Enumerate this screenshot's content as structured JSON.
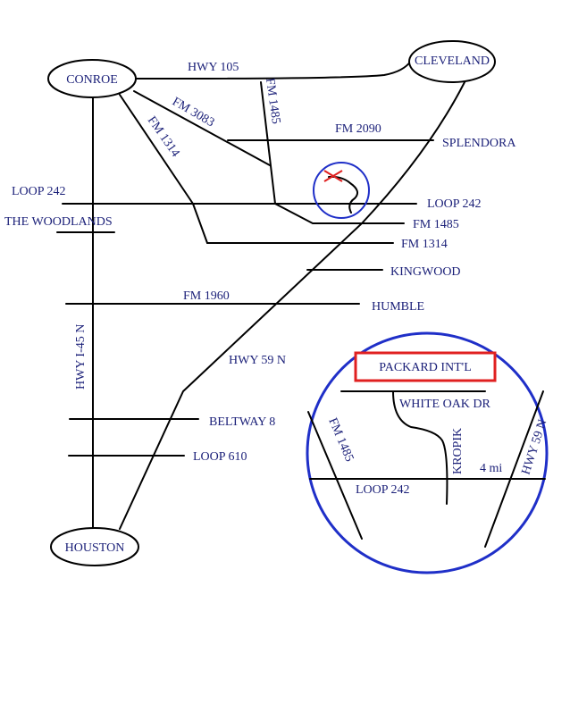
{
  "colors": {
    "label": "#1a1f78",
    "road": "#000000",
    "circle": "#1f2fc8",
    "highlight": "#e02020",
    "background": "#ffffff"
  },
  "cities": {
    "conroe": "CONROE",
    "cleveland": "CLEVELAND",
    "houston": "HOUSTON"
  },
  "labels": {
    "hwy105": "HWY 105",
    "fm1485_vertical": "FM 1485",
    "fm3083": "FM 3083",
    "fm2090": "FM 2090",
    "splendora": "SPLENDORA",
    "fm1314_diag": "FM 1314",
    "loop242_left": "LOOP 242",
    "the_woodlands": "THE WOODLANDS",
    "loop242_right": "LOOP 242",
    "fm1485_right": "FM 1485",
    "fm1314_right": "FM 1314",
    "kingwood": "KINGWOOD",
    "fm1960": "FM 1960",
    "humble": "HUMBLE",
    "hwy_i45n": "HWY I-45 N",
    "hwy59n": "HWY 59 N",
    "beltway8": "BELTWAY 8",
    "loop610": "LOOP 610"
  },
  "inset": {
    "destination": "PACKARD INT'L",
    "white_oak": "WHITE OAK DR",
    "fm1485": "FM 1485",
    "kropik": "KROPIK",
    "distance": "4 mi",
    "hwy59n": "HWY 59 N",
    "loop242": "LOOP 242"
  }
}
